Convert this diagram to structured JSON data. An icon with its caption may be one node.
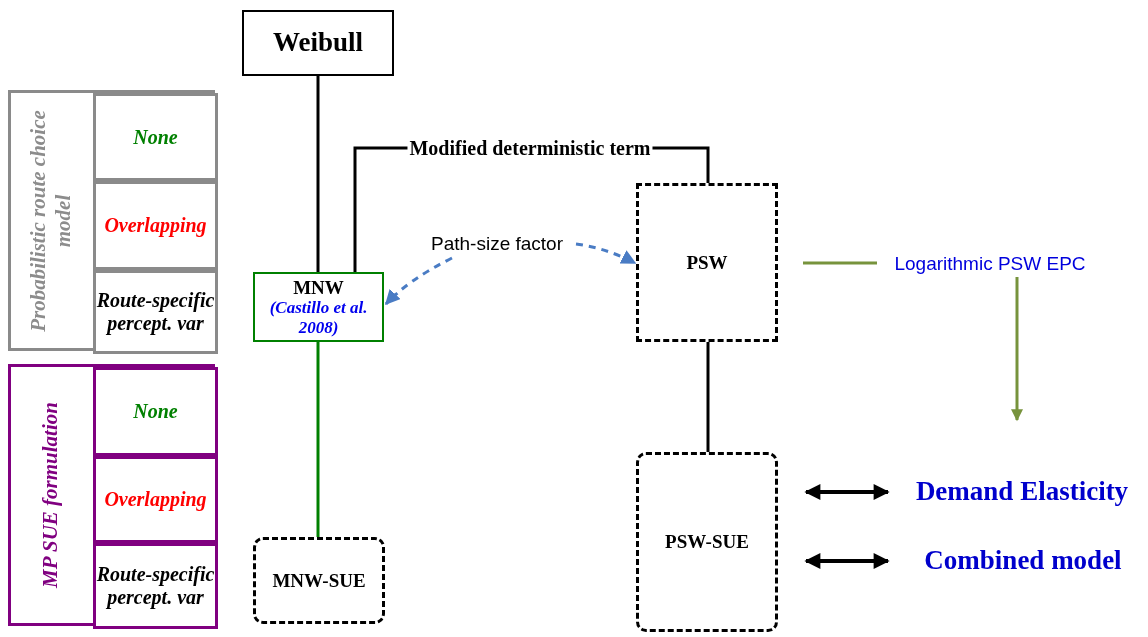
{
  "diagram": {
    "nodes": [
      {
        "text": [
          "Probabilistic route choice model"
        ]
      },
      {
        "text": [
          "None"
        ],
        "in": 0
      },
      {
        "text": [
          "Overlapping"
        ],
        "in": 0
      },
      {
        "text": [
          "Route-specific percept. var"
        ],
        "in": 0
      },
      {
        "text": [
          "MP SUE formulation"
        ]
      },
      {
        "text": [
          "None"
        ],
        "in": 4
      },
      {
        "text": [
          "Overlapping"
        ],
        "in": 4
      },
      {
        "text": [
          "Route-specific percept. var"
        ],
        "in": 4
      },
      {
        "text": [
          "Weibull"
        ]
      },
      {
        "text": [
          "MNW",
          "(Castillo et al. 2008)"
        ]
      },
      {
        "text": [
          "Path-size factor"
        ]
      },
      {
        "text": [
          "PSW"
        ]
      },
      {
        "text": [
          "Logarithmic PSW EPC"
        ]
      },
      {
        "text": [
          "MNW-SUE"
        ]
      },
      {
        "text": [
          "PSW-SUE"
        ]
      },
      {
        "text": [
          "Demand Elasticity"
        ]
      },
      {
        "text": [
          "Combined model"
        ]
      }
    ],
    "edges": [
      {
        "from": 8,
        "to": 9,
        "arrow": "none"
      },
      {
        "from": 9,
        "to": 11,
        "arrow": "none",
        "label": "Modified deterministic term"
      },
      {
        "from": 10,
        "to": 9,
        "arrow": "to",
        "style": "dashed",
        "color": "#4a7cc4"
      },
      {
        "from": 10,
        "to": 11,
        "arrow": "to",
        "style": "dashed",
        "color": "#4a7cc4"
      },
      {
        "from": 11,
        "to": 12,
        "arrow": "none",
        "color": "#77933c"
      },
      {
        "from": 12,
        "to": null,
        "arrow": "to",
        "color": "#77933c"
      },
      {
        "from": 9,
        "to": 13,
        "arrow": "none",
        "color": "#008000"
      },
      {
        "from": 11,
        "to": 14,
        "arrow": "none"
      },
      {
        "from": 14,
        "to": 15,
        "arrow": "both"
      },
      {
        "from": 14,
        "to": 16,
        "arrow": "both"
      }
    ]
  }
}
